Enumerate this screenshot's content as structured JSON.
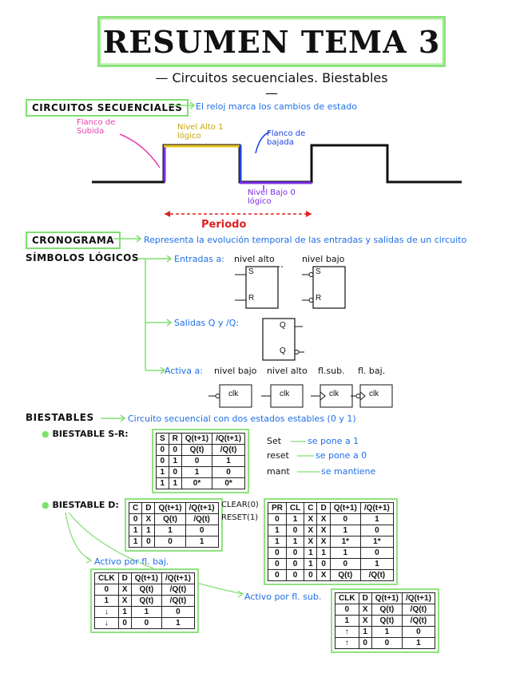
{
  "title": "RESUMEN  TEMA 3",
  "subtitle": "— Circuitos secuenciales. Biestables —",
  "circuitos": {
    "header": "CIRCUITOS SECUENCIALES",
    "note": "El reloj marca los cambios de estado",
    "flanco_subida": "Flanco de Subida",
    "nivel_alto": "Nivel Alto 1 lógico",
    "flanco_bajada": "Flanco de bajada",
    "nivel_bajo": "Nivel Bajo 0 lógico",
    "periodo": "Periodo"
  },
  "cronograma": {
    "header": "CRONOGRAMA",
    "note": "Representa la evolución temporal de las entradas y salidas de un circuito"
  },
  "simbolos": {
    "header": "SÍMBOLOS LÓGICOS",
    "entradas": "Entradas a:",
    "nivel_alto": "nivel alto",
    "nivel_bajo": "nivel bajo",
    "s": "S",
    "r": "R",
    "salidas": "Salidas Q y /Q:",
    "q": "Q",
    "activa": "Activa a:",
    "act_labels": [
      "nivel bajo",
      "nivel alto",
      "fl.sub.",
      "fl. baj."
    ],
    "clk": "clk"
  },
  "biestables": {
    "header": "BIESTABLES",
    "note": "Circuito secuencial con dos estados estables (0 y 1)",
    "sr_label": "BIESTABLE S-R:",
    "sr_headers": [
      "S",
      "R",
      "Q(t+1)",
      "/Q(t+1)"
    ],
    "sr_rows": [
      [
        "0",
        "0",
        "Q(t)",
        "/Q(t)"
      ],
      [
        "0",
        "1",
        "0",
        "1"
      ],
      [
        "1",
        "0",
        "1",
        "0"
      ],
      [
        "1",
        "1",
        "0*",
        "0*"
      ]
    ],
    "sr_notes": [
      [
        "Set",
        "se pone a 1"
      ],
      [
        "reset",
        "se pone a 0"
      ],
      [
        "mant",
        "se mantiene"
      ]
    ],
    "d_label": "BIESTABLE D:",
    "d_headers": [
      "C",
      "D",
      "Q(t+1)",
      "/Q(t+1)"
    ],
    "d_rows": [
      [
        "0",
        "X",
        "Q(t)",
        "/Q(t)"
      ],
      [
        "1",
        "1",
        "1",
        "0"
      ],
      [
        "1",
        "0",
        "0",
        "1"
      ]
    ],
    "clear_label": "CLEAR(0)",
    "reset_label": "RESET(1)",
    "pr_headers": [
      "PR",
      "CL",
      "C",
      "D",
      "Q(t+1)",
      "/Q(t+1)"
    ],
    "pr_rows": [
      [
        "0",
        "1",
        "X",
        "X",
        "0",
        "1"
      ],
      [
        "1",
        "0",
        "X",
        "X",
        "1",
        "0"
      ],
      [
        "1",
        "1",
        "X",
        "X",
        "1*",
        "1*"
      ],
      [
        "0",
        "0",
        "1",
        "1",
        "1",
        "0"
      ],
      [
        "0",
        "0",
        "1",
        "0",
        "0",
        "1"
      ],
      [
        "0",
        "0",
        "0",
        "X",
        "Q(t)",
        "/Q(t)"
      ]
    ],
    "activo_baj": "Activo por fl. baj.",
    "activo_sub": "Activo por fl. sub.",
    "ck_headers": [
      "CLK",
      "D",
      "Q(t+1)",
      "/Q(t+1)"
    ],
    "baj_rows": [
      [
        "0",
        "X",
        "Q(t)",
        "/Q(t)"
      ],
      [
        "1",
        "X",
        "Q(t)",
        "/Q(t)"
      ],
      [
        "↓",
        "1",
        "1",
        "0"
      ],
      [
        "↓",
        "0",
        "0",
        "1"
      ]
    ],
    "sub_rows": [
      [
        "0",
        "X",
        "Q(t)",
        "/Q(t)"
      ],
      [
        "1",
        "X",
        "Q(t)",
        "/Q(t)"
      ],
      [
        "↑",
        "1",
        "1",
        "0"
      ],
      [
        "↑",
        "0",
        "0",
        "1"
      ]
    ]
  },
  "colors": {
    "green": "#8fe37f",
    "blue": "#1f6fe8",
    "pink": "#e83fb0",
    "yellow": "#e8c21a",
    "purple": "#7b2ee8",
    "red": "#e02020"
  }
}
